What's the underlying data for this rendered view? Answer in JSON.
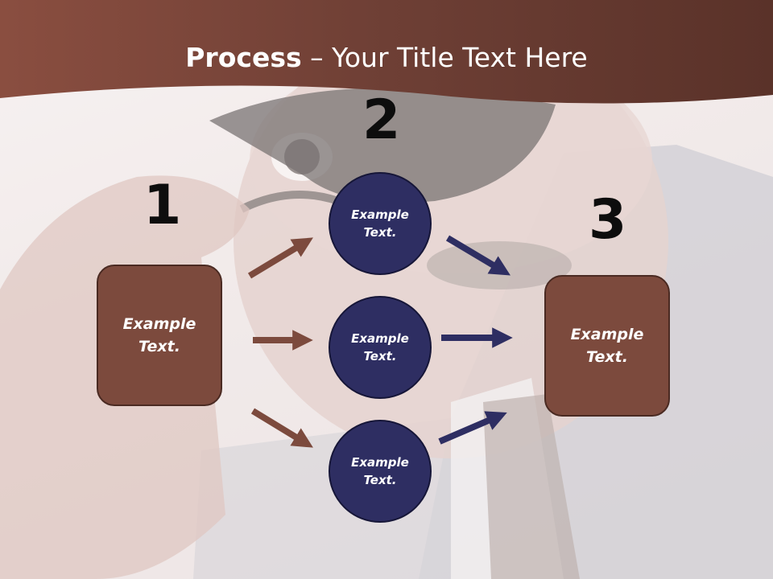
{
  "title": {
    "bold": "Process",
    "rest": " – Your Title Text Here"
  },
  "steps": {
    "one": "1",
    "two": "2",
    "three": "3"
  },
  "left_box": "Example Text.",
  "right_box": "Example Text.",
  "circles": [
    "Example Text.",
    "Example Text.",
    "Example Text."
  ],
  "colors": {
    "header": "#7c4a3d",
    "box": "#7c4a3d",
    "circle": "#2e2e62",
    "arrow_left": "#7c4a3d",
    "arrow_right": "#2e2e62"
  }
}
